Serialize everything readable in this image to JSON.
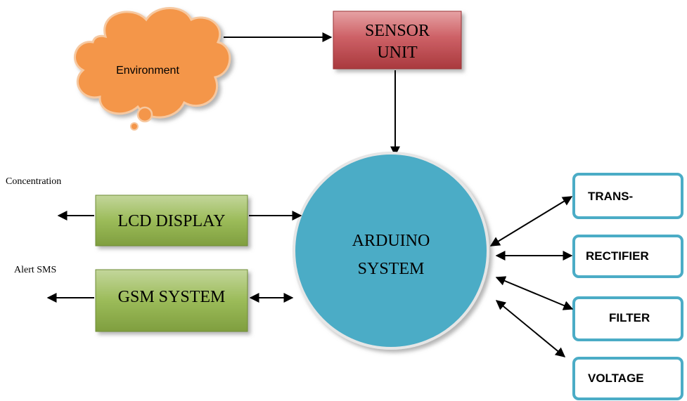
{
  "environment": {
    "label": "Environment"
  },
  "sensor_unit": {
    "line1": "SENSOR",
    "line2": "UNIT"
  },
  "arduino": {
    "line1": "ARDUINO",
    "line2": "SYSTEM"
  },
  "lcd_display": {
    "label": "LCD DISPLAY"
  },
  "gsm_system": {
    "label": "GSM SYSTEM"
  },
  "outputs": {
    "concentration": "Concentration",
    "alert_sms": "Alert SMS"
  },
  "power_chain": [
    {
      "label": "TRANS-"
    },
    {
      "label": "RECTIFIER"
    },
    {
      "label": "FILTER"
    },
    {
      "label": "VOLTAGE"
    }
  ],
  "colors": {
    "environment_fill": "#f4964a",
    "sensor_fill": "#c9585c",
    "arduino_fill": "#4bacc6",
    "green_box_fill": "#9bbb59",
    "power_box_stroke": "#4bacc6",
    "arrow": "#000000"
  }
}
